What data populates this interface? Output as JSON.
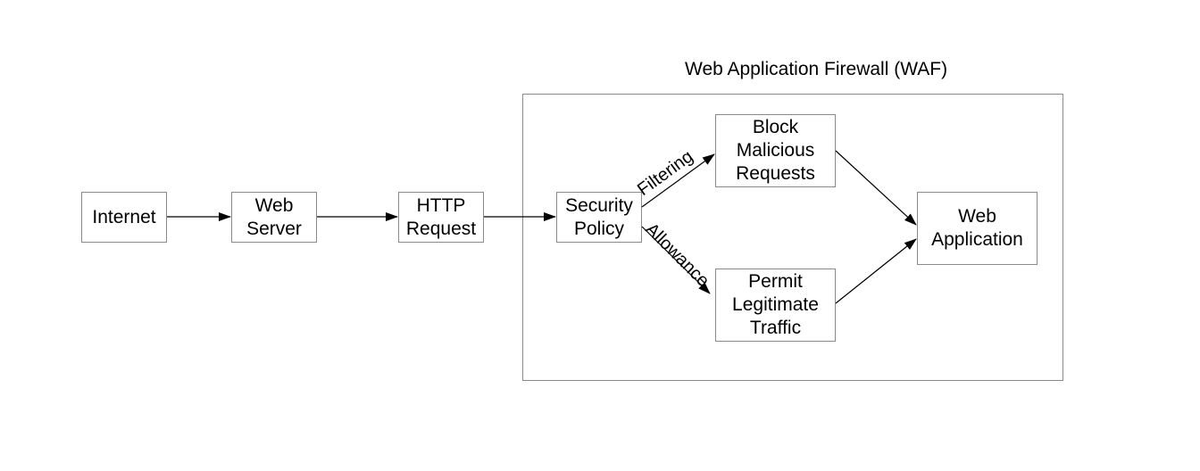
{
  "group": {
    "title": "Web Application Firewall (WAF)"
  },
  "nodes": {
    "internet": "Internet",
    "web_server": "Web\nServer",
    "http_request": "HTTP\nRequest",
    "security_policy": "Security\nPolicy",
    "block": "Block\nMalicious\nRequests",
    "permit": "Permit\nLegitimate\nTraffic",
    "web_app": "Web\nApplication"
  },
  "edges": {
    "filtering": "Filtering",
    "allowance": "Allowance"
  }
}
